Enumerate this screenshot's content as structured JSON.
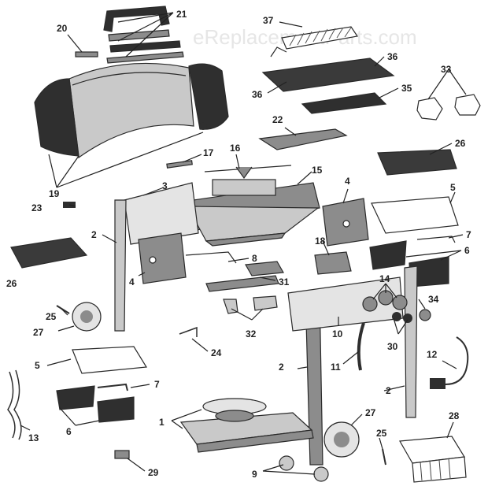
{
  "watermark": "eReplacementParts.com",
  "colors": {
    "dark": "#2f2f2f",
    "mid": "#8c8c8c",
    "light": "#c9c9c9",
    "pale": "#e4e4e4",
    "outline": "#2a2a2a"
  },
  "callouts": {
    "c1": "1",
    "c2a": "2",
    "c2b": "2",
    "c2c": "2",
    "c3": "3",
    "c4a": "4",
    "c4b": "4",
    "c5a": "5",
    "c5b": "5",
    "c6a": "6",
    "c6b": "6",
    "c7a": "7",
    "c7b": "7",
    "c8": "8",
    "c9": "9",
    "c10": "10",
    "c11": "11",
    "c12": "12",
    "c13": "13",
    "c14": "14",
    "c15": "15",
    "c16": "16",
    "c17": "17",
    "c18": "18",
    "c19": "19",
    "c20": "20",
    "c21": "21",
    "c22": "22",
    "c23": "23",
    "c24": "24",
    "c25a": "25",
    "c25b": "25",
    "c26a": "26",
    "c26b": "26",
    "c27a": "27",
    "c27b": "27",
    "c28": "28",
    "c29": "29",
    "c30": "30",
    "c31": "31",
    "c32": "32",
    "c33": "33",
    "c34": "34",
    "c35": "35",
    "c36a": "36",
    "c36b": "36",
    "c37": "37"
  }
}
